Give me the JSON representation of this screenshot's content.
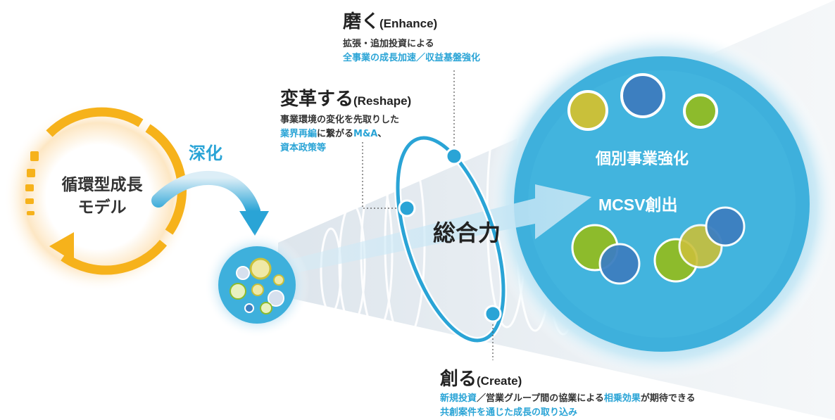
{
  "colors": {
    "accent_blue": "#2aa4d6",
    "dark_blue": "#3d7fc0",
    "green": "#8dbb2c",
    "olive": "#c9c03a",
    "orange": "#f6b21b",
    "big_circle": "#3eb0dc"
  },
  "cycle": {
    "line1": "循環型成長",
    "line2": "モデル"
  },
  "deepen_label": "深化",
  "enhance": {
    "title": "磨く",
    "title_en": "(Enhance)",
    "line1": "拡張・追加投資による",
    "line2_hl": "全事業の成長加速／収益基盤強化"
  },
  "reshape": {
    "title": "変革する",
    "title_en": "(Reshape)",
    "line1": "事業環境の変化を先取りした",
    "line2_hl1": "業界再編",
    "line2_mid": "に繋がる",
    "line2_hl2": "M&A",
    "line2_end": "、",
    "line3_hl": "資本政策等"
  },
  "create": {
    "title": "創る",
    "title_en": "(Create)",
    "line1_hl1": "新規投資",
    "line1_mid": "／営業グループ間の協業による",
    "line1_hl2": "相乗効果",
    "line1_end": "が期待できる",
    "line2_hl": "共創案件を通じた成長の取り込み"
  },
  "synergy_label": "総合力",
  "big_circle": {
    "label_top": "個別事業強化",
    "label_mid": "MCSV創出"
  }
}
